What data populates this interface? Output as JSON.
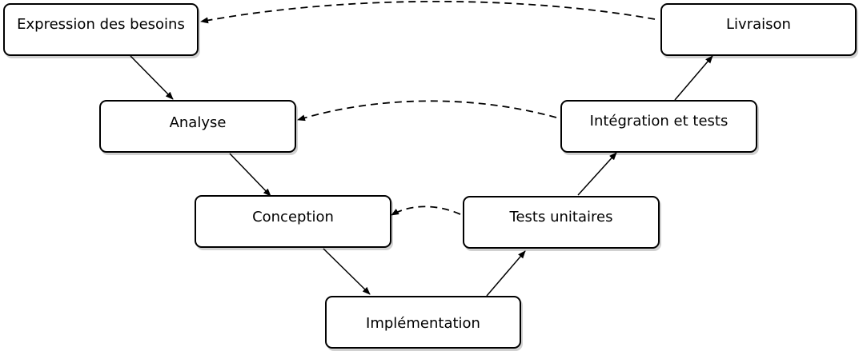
{
  "diagram": {
    "type": "v-model",
    "stages": {
      "expression": "Expression des besoins",
      "analyse": "Analyse",
      "conception": "Conception",
      "implementation": "Implémentation",
      "tests": "Tests unitaires",
      "integration": "Intégration et tests",
      "livraison": "Livraison"
    },
    "flow": [
      [
        "expression",
        "analyse"
      ],
      [
        "analyse",
        "conception"
      ],
      [
        "conception",
        "implementation"
      ],
      [
        "implementation",
        "tests"
      ],
      [
        "tests",
        "integration"
      ],
      [
        "integration",
        "livraison"
      ]
    ],
    "validation_links": [
      [
        "livraison",
        "expression"
      ],
      [
        "integration",
        "analyse"
      ],
      [
        "tests",
        "conception"
      ]
    ],
    "colors": {
      "line": "#000000",
      "box_border": "#000000",
      "background": "#ffffff"
    }
  }
}
